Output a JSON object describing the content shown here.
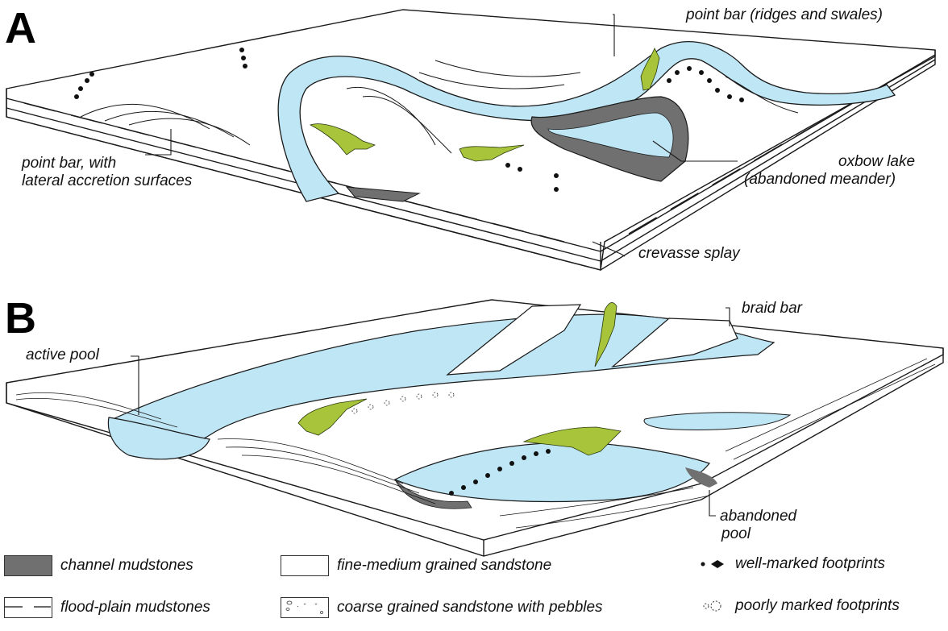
{
  "panels": [
    {
      "letter": "A",
      "theme": "meandering river",
      "labels": {
        "point_bar_ridges": "point bar (ridges and swales)",
        "point_bar_lateral_1": "point bar, with",
        "point_bar_lateral_2": "lateral accretion surfaces",
        "oxbow_1": "oxbow lake",
        "oxbow_2": "(abandoned meander)",
        "crevasse": "crevasse splay"
      }
    },
    {
      "letter": "B",
      "theme": "braided river",
      "labels": {
        "active_pool": "active pool",
        "braid_bar": "braid bar",
        "abandoned_pool_1": "abandoned",
        "abandoned_pool_2": "pool"
      }
    }
  ],
  "legend": [
    {
      "label": "channel mudstones",
      "swatch": "solid-gray"
    },
    {
      "label": "fine-medium grained sandstone",
      "swatch": "blank"
    },
    {
      "label": "well-marked footprints",
      "swatch": "solid-footprints"
    },
    {
      "label": "flood-plain mudstones",
      "swatch": "dashed-lines"
    },
    {
      "label": "coarse grained sandstone with pebbles",
      "swatch": "pebbles"
    },
    {
      "label": "poorly marked footprints",
      "swatch": "dotted-footprints"
    }
  ],
  "colors": {
    "water": "#bfe6f5",
    "mudstone": "#707070",
    "dinosaur": "#a8c43a",
    "line": "#1a1a1a"
  }
}
